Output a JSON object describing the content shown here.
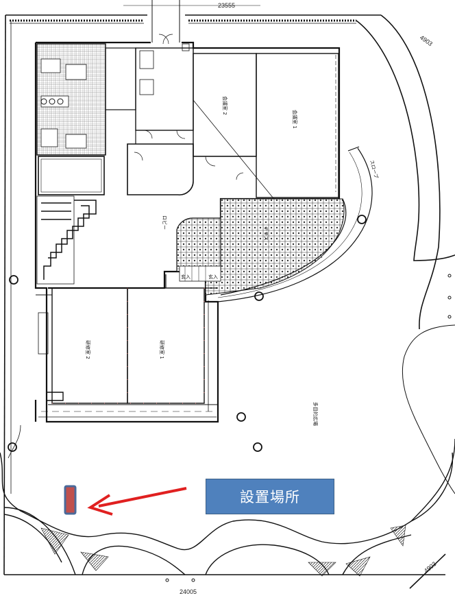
{
  "colors": {
    "callout_fill": "#4f81bd",
    "arrow": "#e02020",
    "marker_fill": "#c0504d",
    "marker_border": "#4a6a9a",
    "line": "#111111"
  },
  "callout": {
    "label": "設置場所"
  },
  "dimensions": {
    "top_road": "23555",
    "bottom_road": "24005",
    "top_right": "4903",
    "bottom_right": "4903"
  },
  "rooms": {
    "hall_1": "会議室 1",
    "hall_2": "会議室 2",
    "lobby": "ロビー",
    "meeting_1": "研修室 1",
    "meeting_2": "研修室 2",
    "ramp": "スロープ",
    "terrace": "テラス",
    "entrance_a": "玄入",
    "entrance_b": "玄入",
    "plaza": "多目的広場"
  }
}
